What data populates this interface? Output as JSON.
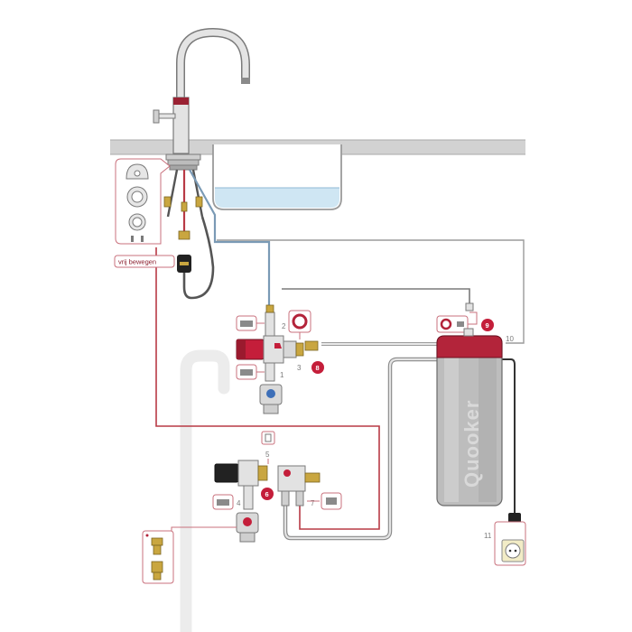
{
  "diagram": {
    "free_move_label": "vrij bewegen",
    "brand": "Quooker",
    "step_labels": {
      "s1": "1",
      "s2": "2",
      "s3": "3",
      "s4": "4",
      "s5": "5",
      "s7": "7",
      "s10": "10",
      "s11": "11"
    },
    "badges": {
      "b6": "6",
      "b8": "8",
      "b9": "9"
    },
    "colors": {
      "accent": "#c41e3a",
      "outline": "#c9707c",
      "hot_pipe": "#b83a45",
      "cold_pipe": "#7a9ab5",
      "grey_pipe": "#9b9b9b",
      "counter": "#d2d2d2",
      "water": "#cfe6f3",
      "tank_body": "#bdbdbd",
      "tank_top": "#b3243a",
      "drain": "#ececec"
    }
  }
}
